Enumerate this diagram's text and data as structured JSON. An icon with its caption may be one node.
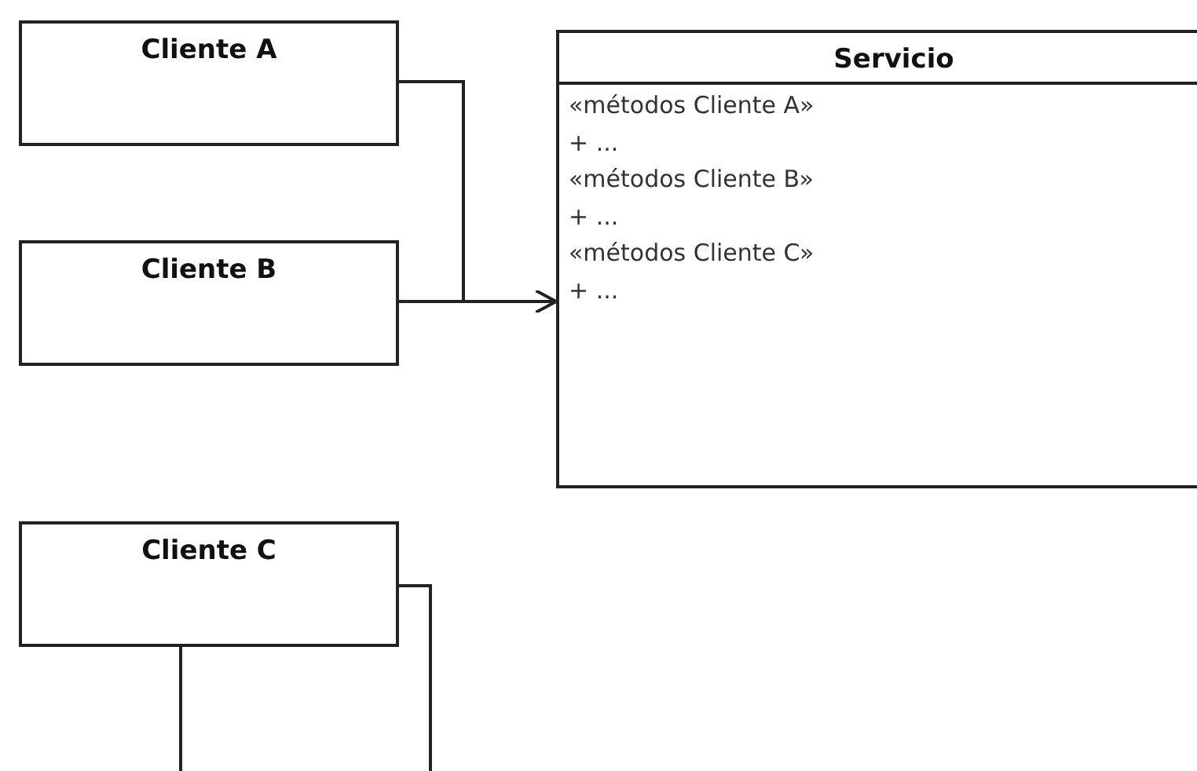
{
  "diagram": {
    "nodes": [
      {
        "text": [
          "Cliente A"
        ]
      },
      {
        "text": [
          "Cliente B"
        ]
      },
      {
        "text": [
          "Servicio",
          "«métodos Cliente A»",
          "+ ...",
          "«métodos Cliente B»",
          "+ ...",
          "«métodos Cliente C»",
          "+ ..."
        ]
      },
      {
        "text": [
          "Cliente C"
        ]
      }
    ],
    "edges": [
      {
        "from": 0,
        "to": 2,
        "arrow": "to"
      },
      {
        "from": 1,
        "to": 2,
        "arrow": "to"
      },
      {
        "from": 3,
        "to": null,
        "arrow": "none"
      },
      {
        "from": 3,
        "to": null,
        "arrow": "none"
      }
    ]
  }
}
